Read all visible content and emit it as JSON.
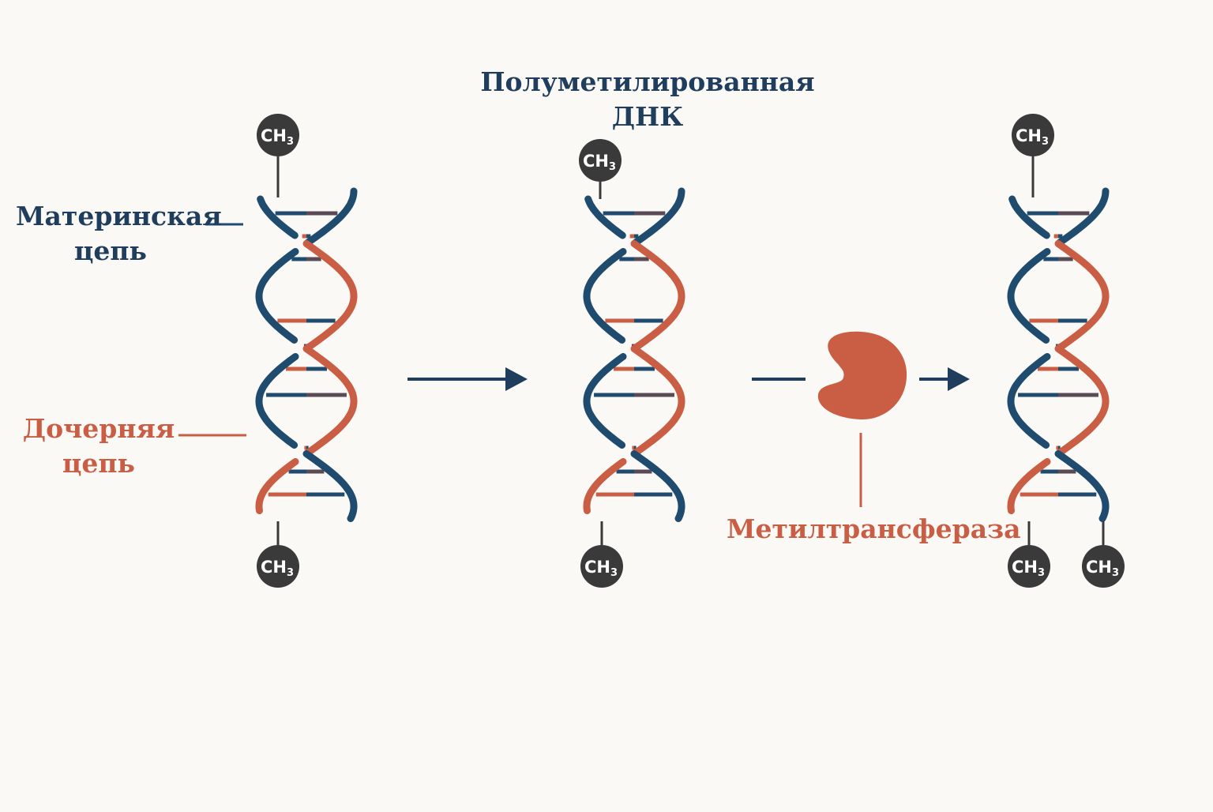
{
  "labels": {
    "hemimethylated_line1": "Полуметилированная",
    "hemimethylated_line2": "ДНК",
    "parent_line1": "Материнская",
    "parent_line2": "цепь",
    "daughter_line1": "Дочерняя",
    "daughter_line2": "цепь",
    "enzyme": "Метилтрансфераза"
  },
  "methyl_group": {
    "main": "CH",
    "subscript": "3"
  },
  "colors": {
    "background": "#fbf9f5",
    "parent_strand": "#1f4b6e",
    "daughter_strand": "#c95e45",
    "methyl_group": "#3a3a3a",
    "arrow": "#1f3d5c",
    "text_blue": "#1f3d5c",
    "text_orange": "#c95e45"
  }
}
